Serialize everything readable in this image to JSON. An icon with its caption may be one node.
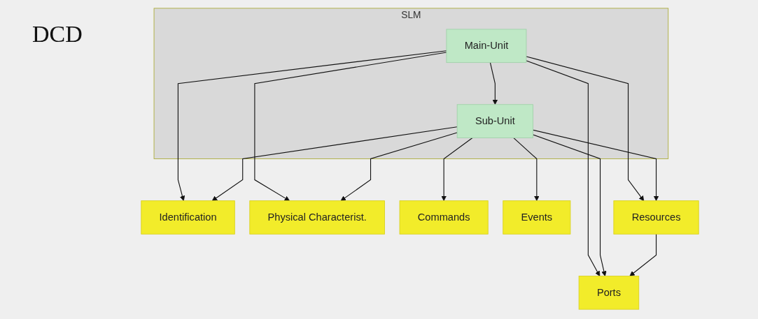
{
  "diagram": {
    "title": "DCD",
    "nodes": [
      {
        "text": [
          "SLM"
        ]
      },
      {
        "text": [
          "Main-Unit"
        ],
        "in": 0
      },
      {
        "text": [
          "Sub-Unit"
        ],
        "in": 0
      },
      {
        "text": [
          "Identification"
        ]
      },
      {
        "text": [
          "Physical Characterist."
        ]
      },
      {
        "text": [
          "Commands"
        ]
      },
      {
        "text": [
          "Events"
        ]
      },
      {
        "text": [
          "Resources"
        ]
      },
      {
        "text": [
          "Ports"
        ]
      }
    ],
    "edges": [
      {
        "from": 1,
        "to": 2,
        "arrow": "to"
      },
      {
        "from": 1,
        "to": 3,
        "arrow": "to"
      },
      {
        "from": 1,
        "to": 4,
        "arrow": "to"
      },
      {
        "from": 1,
        "to": 7,
        "arrow": "to"
      },
      {
        "from": 1,
        "to": 8,
        "arrow": "to"
      },
      {
        "from": 2,
        "to": 3,
        "arrow": "to"
      },
      {
        "from": 2,
        "to": 4,
        "arrow": "to"
      },
      {
        "from": 2,
        "to": 5,
        "arrow": "to"
      },
      {
        "from": 2,
        "to": 6,
        "arrow": "to"
      },
      {
        "from": 2,
        "to": 7,
        "arrow": "to"
      },
      {
        "from": 2,
        "to": 8,
        "arrow": "to"
      },
      {
        "from": 7,
        "to": 8,
        "arrow": "to"
      }
    ]
  }
}
